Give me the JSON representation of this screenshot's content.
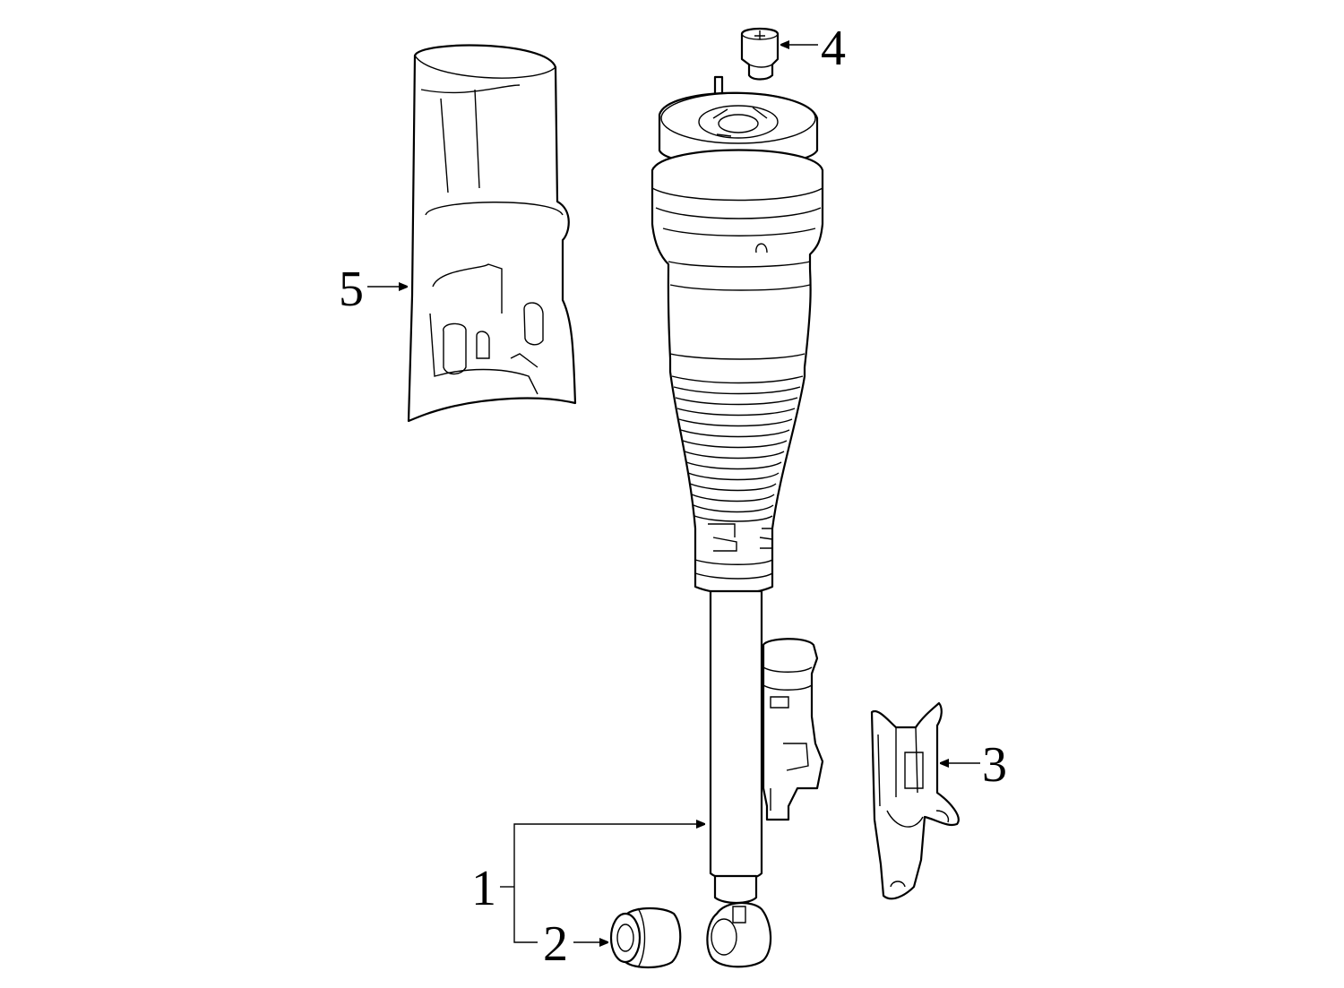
{
  "highlight_color": "#a6e8ff",
  "callouts": [
    {
      "label": "1"
    },
    {
      "label": "2"
    },
    {
      "label": "3"
    },
    {
      "label": "4"
    },
    {
      "label": "5"
    }
  ]
}
